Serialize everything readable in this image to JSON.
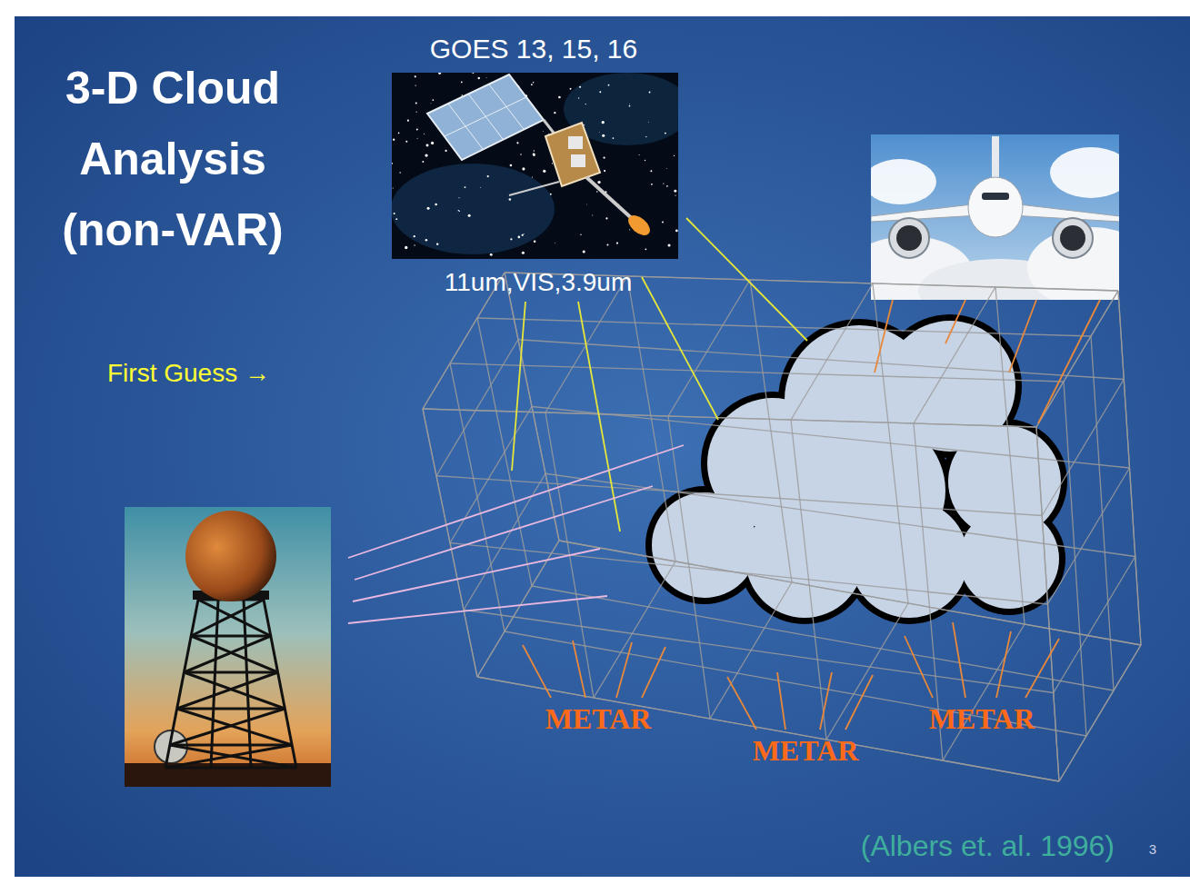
{
  "diagram": {
    "title": "3-D Cloud Analysis (non-VAR)",
    "labels": [
      "GOES 13, 15, 16",
      "11um,VIS,3.9um",
      "First Guess →",
      "METAR",
      "METAR",
      "METAR",
      "(Albers et. al. 1996)",
      "3"
    ]
  }
}
